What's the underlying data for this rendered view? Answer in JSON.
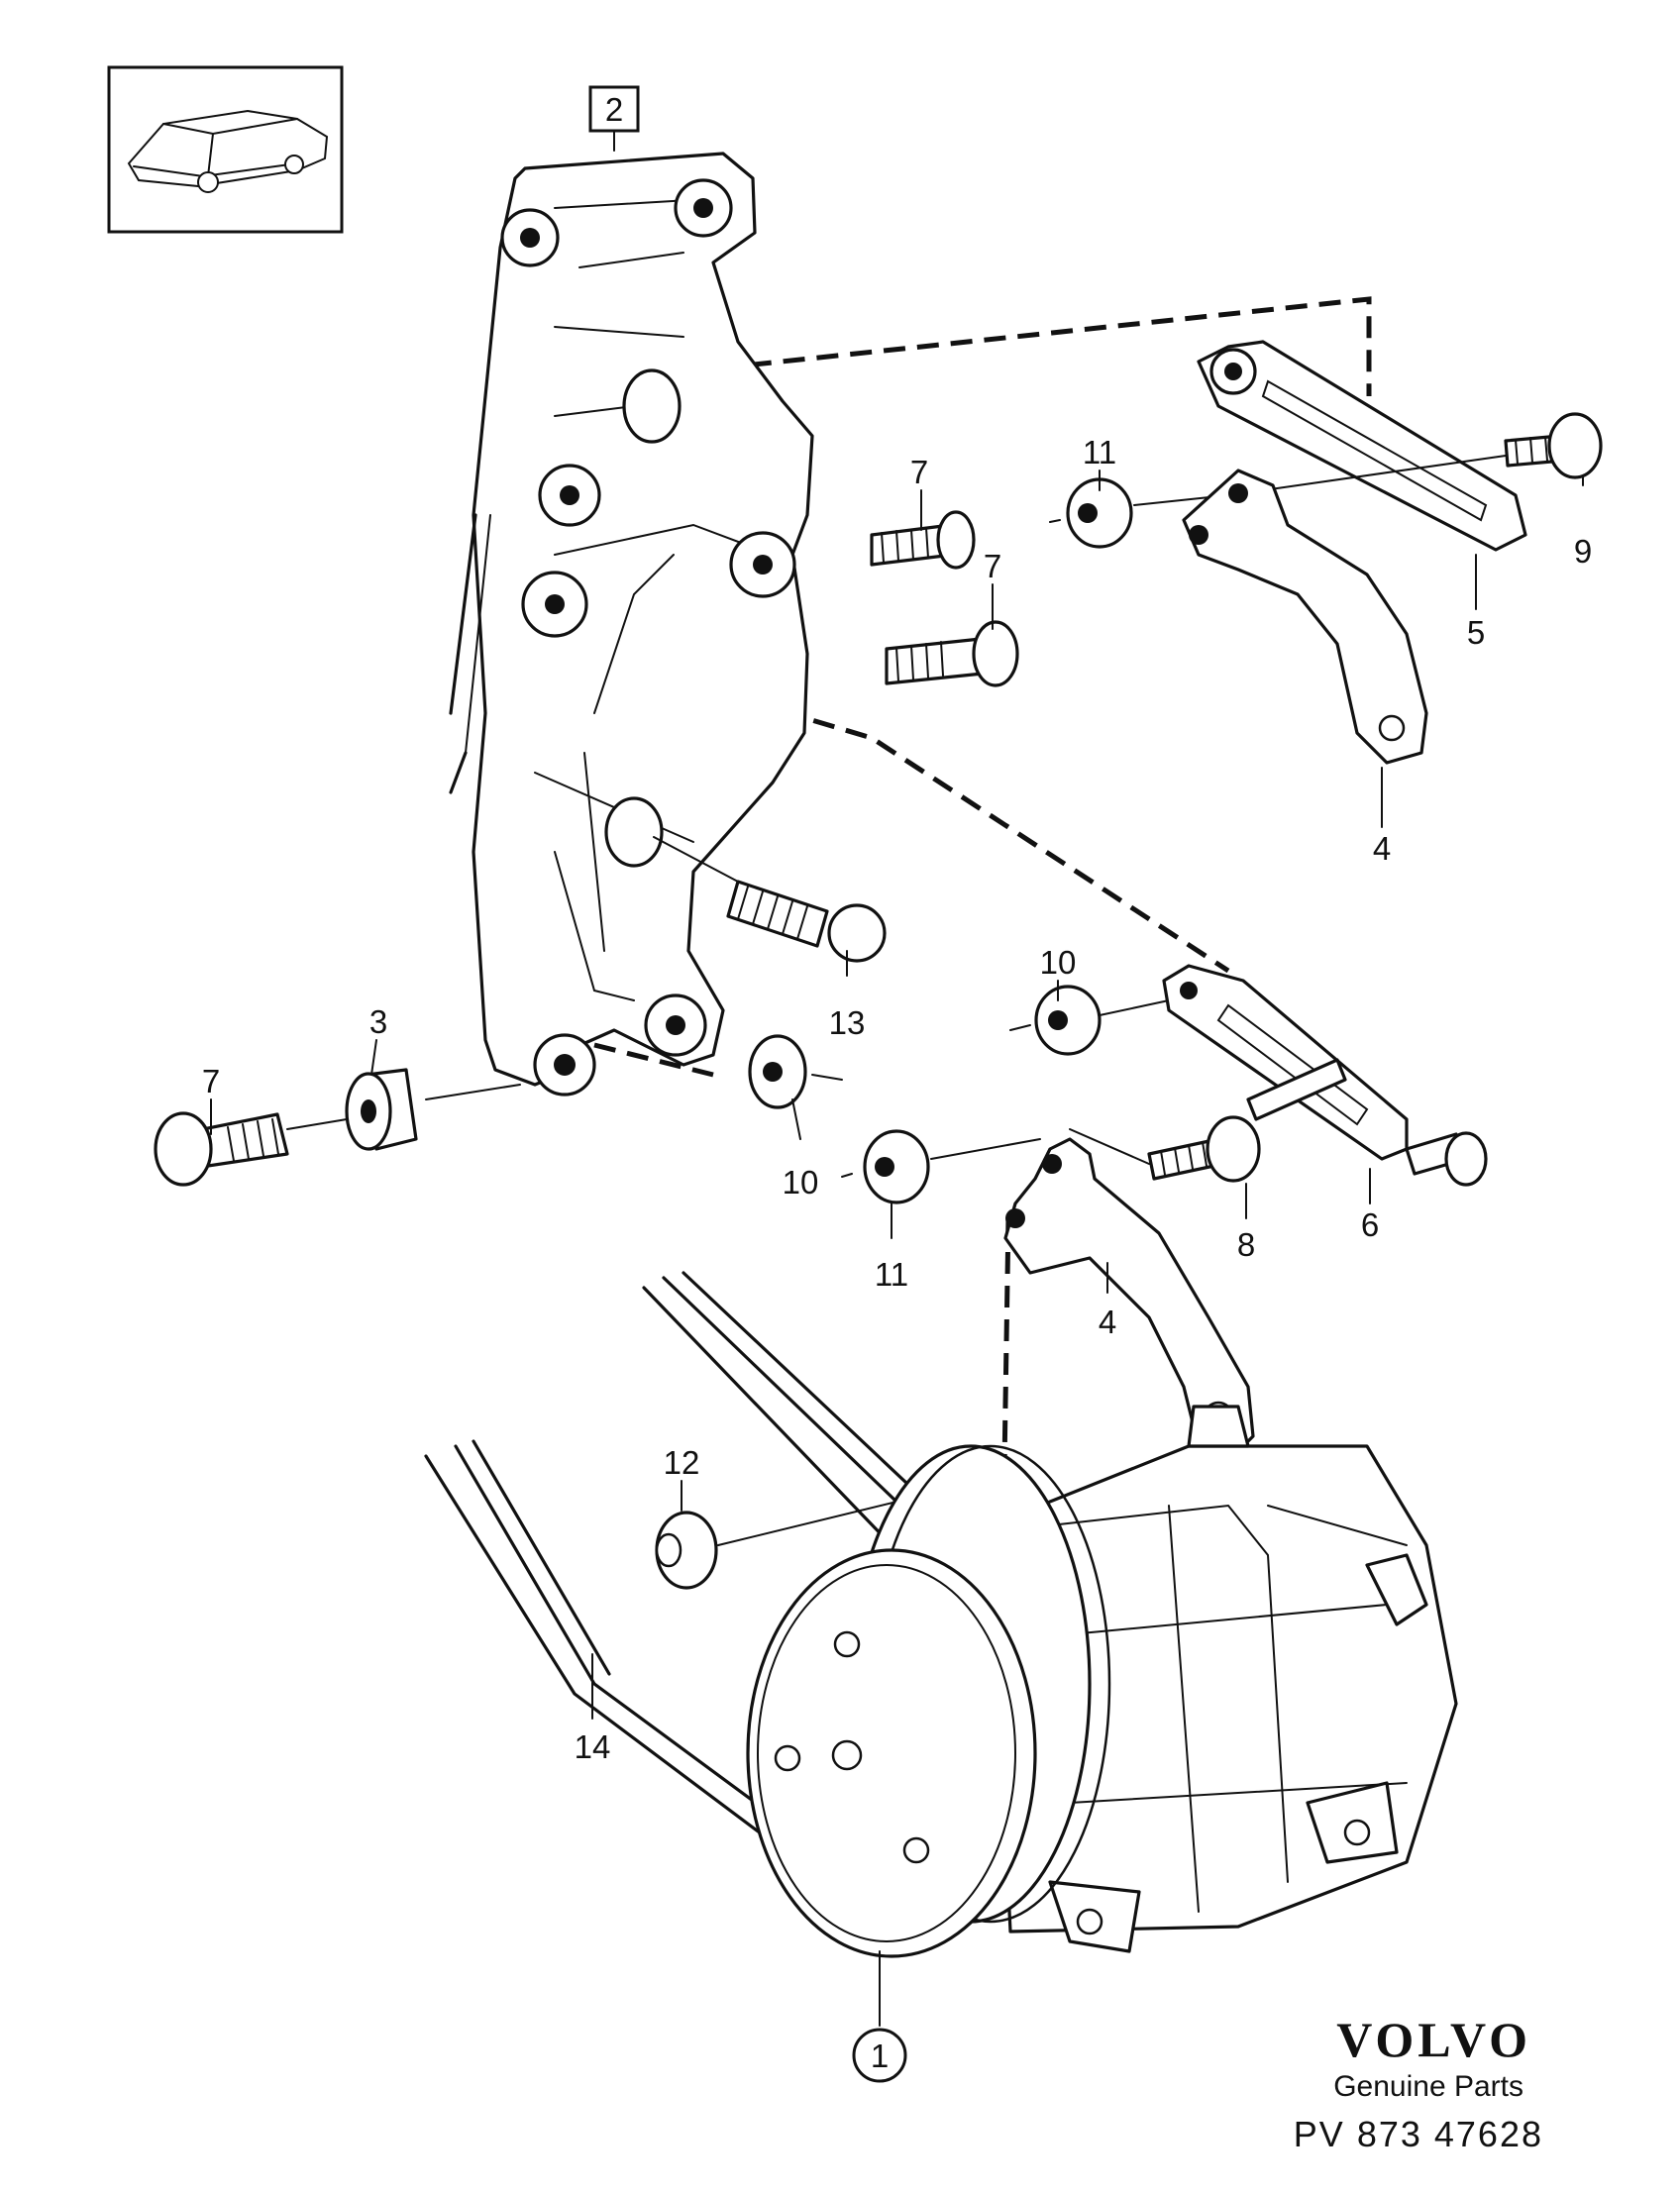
{
  "diagram": {
    "callouts": {
      "c1": "1",
      "c2": "2",
      "c3": "3",
      "c4a": "4",
      "c4b": "4",
      "c5": "5",
      "c6": "6",
      "c7a": "7",
      "c7b": "7",
      "c7c": "7",
      "c8": "8",
      "c9": "9",
      "c10a": "10",
      "c10b": "10",
      "c11a": "11",
      "c11b": "11",
      "c12": "12",
      "c13": "13",
      "c14": "14"
    }
  },
  "brand": {
    "logo": "VOLVO",
    "tagline": "Genuine Parts",
    "reference": "PV  873 47628"
  },
  "icons": {
    "thumbnail": "car-sedan-icon"
  }
}
